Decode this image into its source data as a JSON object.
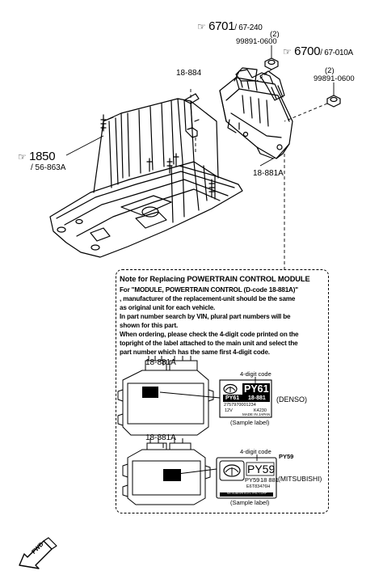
{
  "callouts": {
    "c6701": {
      "code": "6701",
      "suffix": "/ 67-240"
    },
    "c6700": {
      "code": "6700",
      "suffix": "/ 67-010A"
    },
    "c1850": {
      "code": "1850",
      "suffix": "/ 56-863A"
    }
  },
  "parts": {
    "nut_a": {
      "number": "99891-0600",
      "qty": "(2)"
    },
    "nut_b": {
      "number": "99891-0600",
      "qty": "(2)"
    },
    "bracket": {
      "number": "18-884"
    },
    "module": {
      "number": "18-881A"
    }
  },
  "note": {
    "title": "Note for Replacing POWERTRAIN CONTROL MODULE",
    "lines": [
      "For \"MODULE, POWERTRAIN CONTROL (D-code 18-881A)\"",
      ", manufacturer of the replacement-unit should be the same",
      "as original unit for each vehicle.",
      "In part number search by VIN, plural part numbers will be",
      "shown for this part.",
      "When ordering, please check the 4-digit code printed on the",
      "topright of the label attached to the main unit and select the",
      "part number which has the same first 4-digit code."
    ]
  },
  "samples": {
    "denso": {
      "unit_ref": "18-881A",
      "code_label": "4-digit code",
      "code": "PY61",
      "line1_a": "PY61",
      "line1_b": "18-881",
      "line2": "2757970001234",
      "line3_a": "12V",
      "line3_b": "K4230",
      "line4": "MADE IN JAPAN",
      "maker": "(DENSO)",
      "caption": "(Sample label)"
    },
    "mitsubishi": {
      "unit_ref": "18-881A",
      "code_label": "4-digit code",
      "side_code": "PY59",
      "code": "PY59",
      "line1_a": "PY59",
      "line1_b": "18 881",
      "line2": "E6T83476H",
      "line3": "MITSUBISHI ELECTRIC CORP",
      "maker": "(MITSUBISHI)",
      "caption": "(Sample label)"
    }
  },
  "fwd_label": "FWD"
}
